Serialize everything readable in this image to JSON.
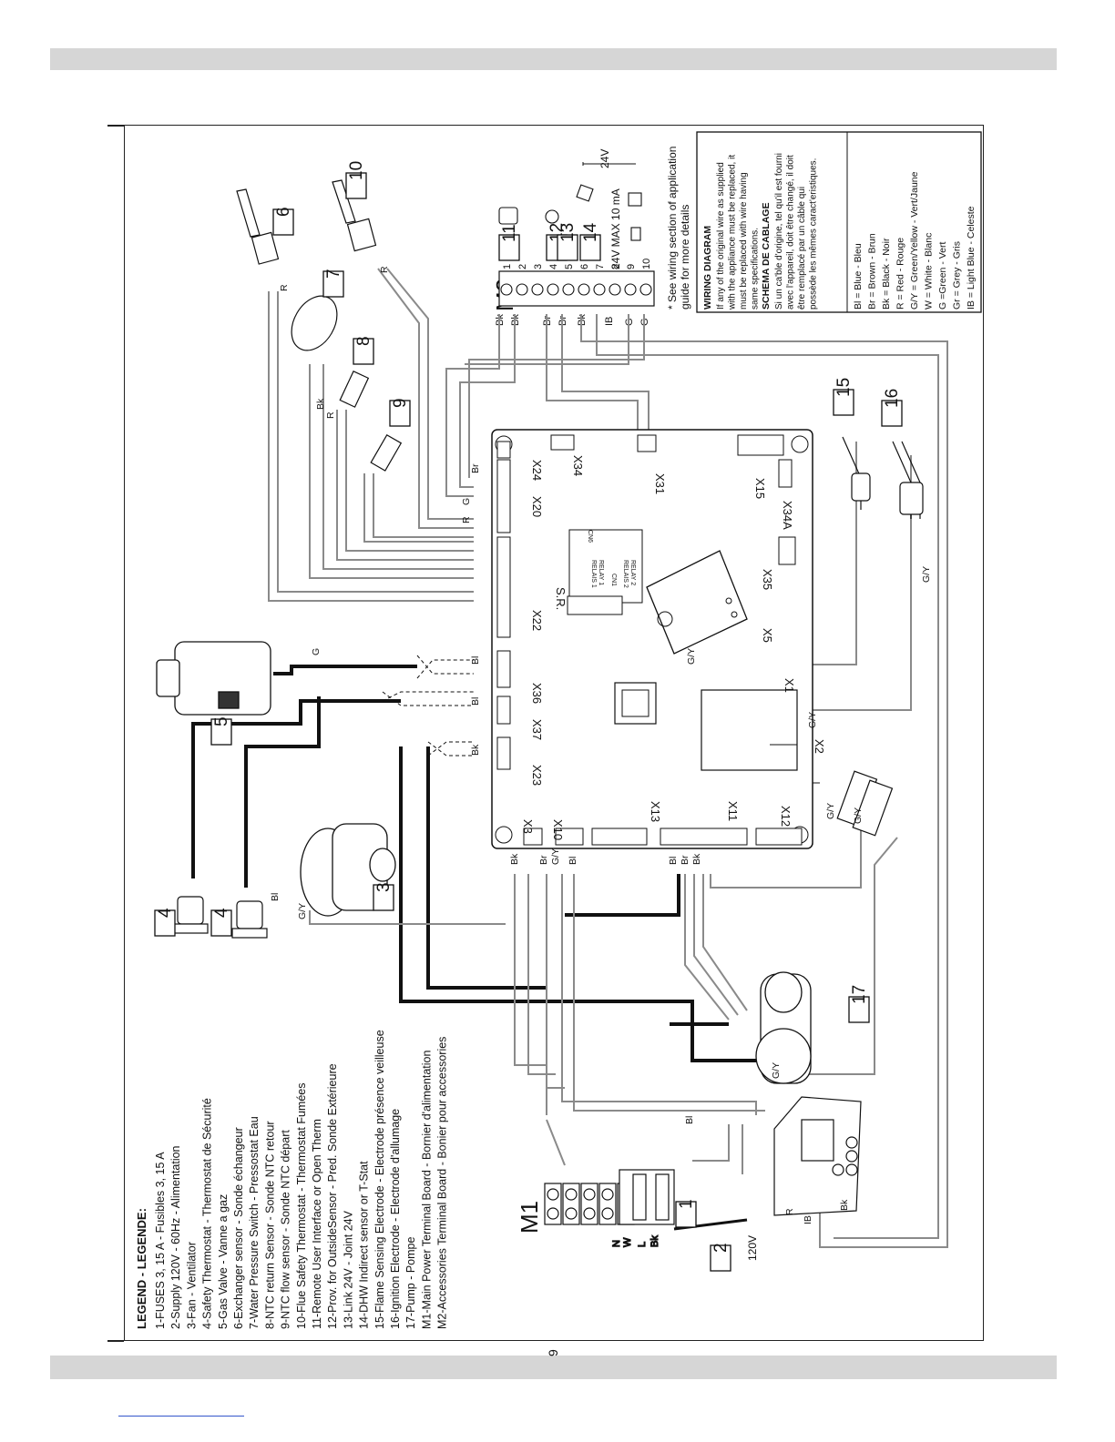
{
  "legend": {
    "title": "LEGEND - LEGENDE:",
    "items": [
      "1-FUSES 3, 15 A - Fusibles 3, 15 A",
      "2-Supply 120V - 60Hz - Alimentation",
      "3-Fan - Ventilator",
      "4-Safety Thermostat - Thermostat de Sécurité",
      "5-Gas Valve - Vanne a gaz",
      "6-Exchanger sensor - Sonde échangeur",
      "7-Water Pressure Switch - Pressostat Eau",
      "8-NTC return Sensor - Sonde NTC retour",
      "9-NTC flow sensor - Sonde NTC départ",
      "10-Flue Safety Thermostat - Thermostat Fumées",
      "11-Remote User Interface or Open Therm",
      "12-Prov. for OutsideSensor - Pred. Sonde Extérieure",
      "13-Link 24V - Joint 24V",
      "14-DHW Indirect sensor or T-Stat",
      "15-Flame Sensing Electrode - Electrode présence veilleuse",
      "16-Ignition Electrode - Electrode d'allumage",
      "17-Pump - Pompe",
      "M1-Main Power Terminal Board - Bornier d'alimentation",
      "M2-Accessories Terminal Board - Bonier pour accessories"
    ]
  },
  "wiring_note": {
    "title_en": "WIRING DIAGRAM",
    "text_en": [
      "If any of the original wire as supplied",
      "with the appliance must be replaced, it",
      "must be replaced with wire having",
      "same specifications."
    ],
    "title_fr": "SCHEMA DE CABLAGE",
    "text_fr": [
      "Si un ca'ble d'origine, tel qu'il est fourni",
      "avec l'appareil, doit être changé, il doit",
      "être remplacé par un câble qui",
      "possède les mêmes caract'eristiques."
    ]
  },
  "color_key": [
    "Bl  = Blue - Bleu",
    "Br  = Brown - Brun",
    "Bk  = Black - Noir",
    "R   = Red - Rouge",
    "G/Y = Green/Yellow - Vert/Jaune",
    "W   = White - Blanc",
    "G   =Green - Vert",
    "Gr  = Grey - Gris",
    "IB  = Light Blue - Celeste"
  ],
  "application_note": [
    "* See wiring section of application",
    "guide for more details"
  ],
  "m2": {
    "label": "M2",
    "terminals": [
      "1",
      "2",
      "3",
      "4",
      "5",
      "6",
      "7",
      "8",
      "9",
      "10"
    ],
    "rating": "24V MAX 10 mA",
    "voltage": "24V",
    "wires": [
      "Bk",
      "Bk",
      "Br",
      "Br",
      "Bk",
      "IB",
      "G",
      "G"
    ]
  },
  "m1": {
    "label": "M1",
    "supply": "120V",
    "terminals": [
      "N",
      "W",
      "L",
      "Bk"
    ]
  },
  "connectors": [
    "X3",
    "X10",
    "X13",
    "X11",
    "X12",
    "X23",
    "X37",
    "X36",
    "X22",
    "X20",
    "X24",
    "X34",
    "X31",
    "X15",
    "X34A",
    "X35",
    "X5",
    "X1",
    "X2"
  ],
  "board_labels": {
    "sr": "S.R.",
    "relay1": "RELAIS 1",
    "relay1b": "RELAY 1",
    "relay2": "RELAIS 2",
    "relay2b": "RELAY 2",
    "cn1": "CN1",
    "cn6": "CN6"
  },
  "component_numbers": [
    "1",
    "2",
    "3",
    "4",
    "4",
    "5",
    "6",
    "7",
    "8",
    "9",
    "10",
    "11",
    "12",
    "13",
    "14",
    "15",
    "16",
    "17"
  ],
  "wire_codes": [
    "Bl",
    "Br",
    "Bk",
    "R",
    "G/Y",
    "W",
    "G",
    "IB"
  ],
  "page_number": "9",
  "colors": {
    "wire_heavy": "#111111",
    "wire_grey": "#8a8a8a",
    "band": "#d6d6d6"
  }
}
